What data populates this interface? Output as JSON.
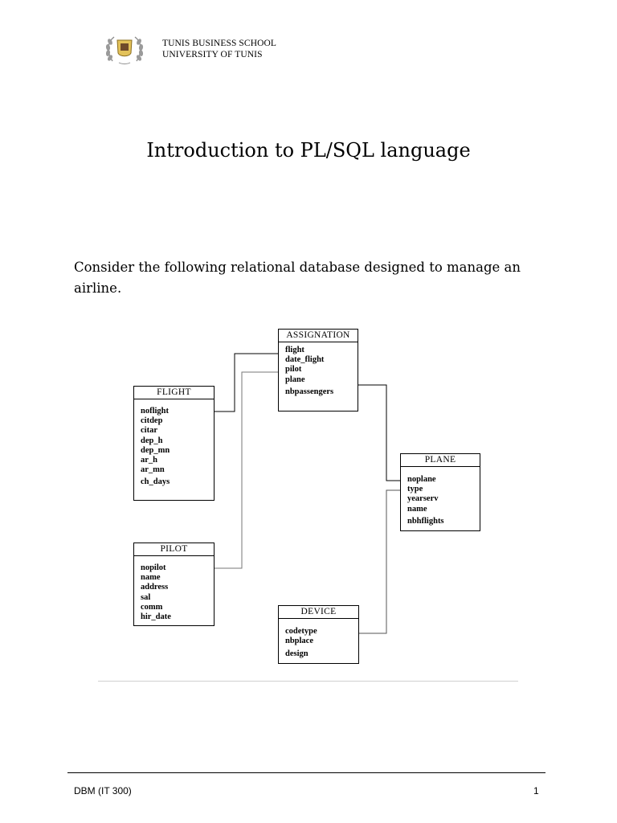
{
  "header": {
    "school_line1": "TUNIS BUSINESS SCHOOL",
    "school_line2": "UNIVERSITY OF TUNIS"
  },
  "title": "Introduction to PL/SQL language",
  "intro": "Consider the following relational database designed to manage an airline.",
  "entities": {
    "assignation": {
      "name": "ASSIGNATION",
      "attrs": [
        "flight",
        "date_flight",
        "pilot",
        "plane",
        "nbpassengers"
      ]
    },
    "flight": {
      "name": "FLIGHT",
      "attrs": [
        "noflight",
        "citdep",
        "citar",
        "dep_h",
        "dep_mn",
        "ar_h",
        "ar_mn",
        "ch_days"
      ]
    },
    "plane": {
      "name": "PLANE",
      "attrs": [
        "noplane",
        "type",
        "yearserv",
        "name",
        "nbhflights"
      ]
    },
    "pilot": {
      "name": "PILOT",
      "attrs": [
        "nopilot",
        "name",
        "address",
        "sal",
        "comm",
        "hir_date"
      ]
    },
    "device": {
      "name": "DEVICE",
      "attrs": [
        "codetype",
        "nbplace",
        "design"
      ]
    }
  },
  "footer": {
    "course": "DBM (IT 300)",
    "page": "1"
  }
}
